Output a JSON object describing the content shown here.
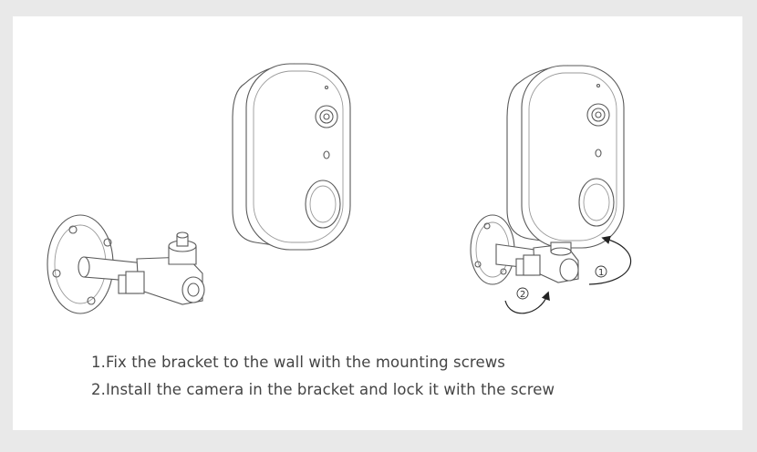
{
  "instructions": [
    "1.Fix the bracket to the wall with the mounting screws",
    "2.Install the camera in the bracket and lock it with the screw"
  ],
  "step_markers": [
    "①",
    "②"
  ],
  "colors": {
    "background": "#e9e9e9",
    "panel": "#ffffff",
    "line": "#5a5a5a",
    "text": "#444444"
  }
}
